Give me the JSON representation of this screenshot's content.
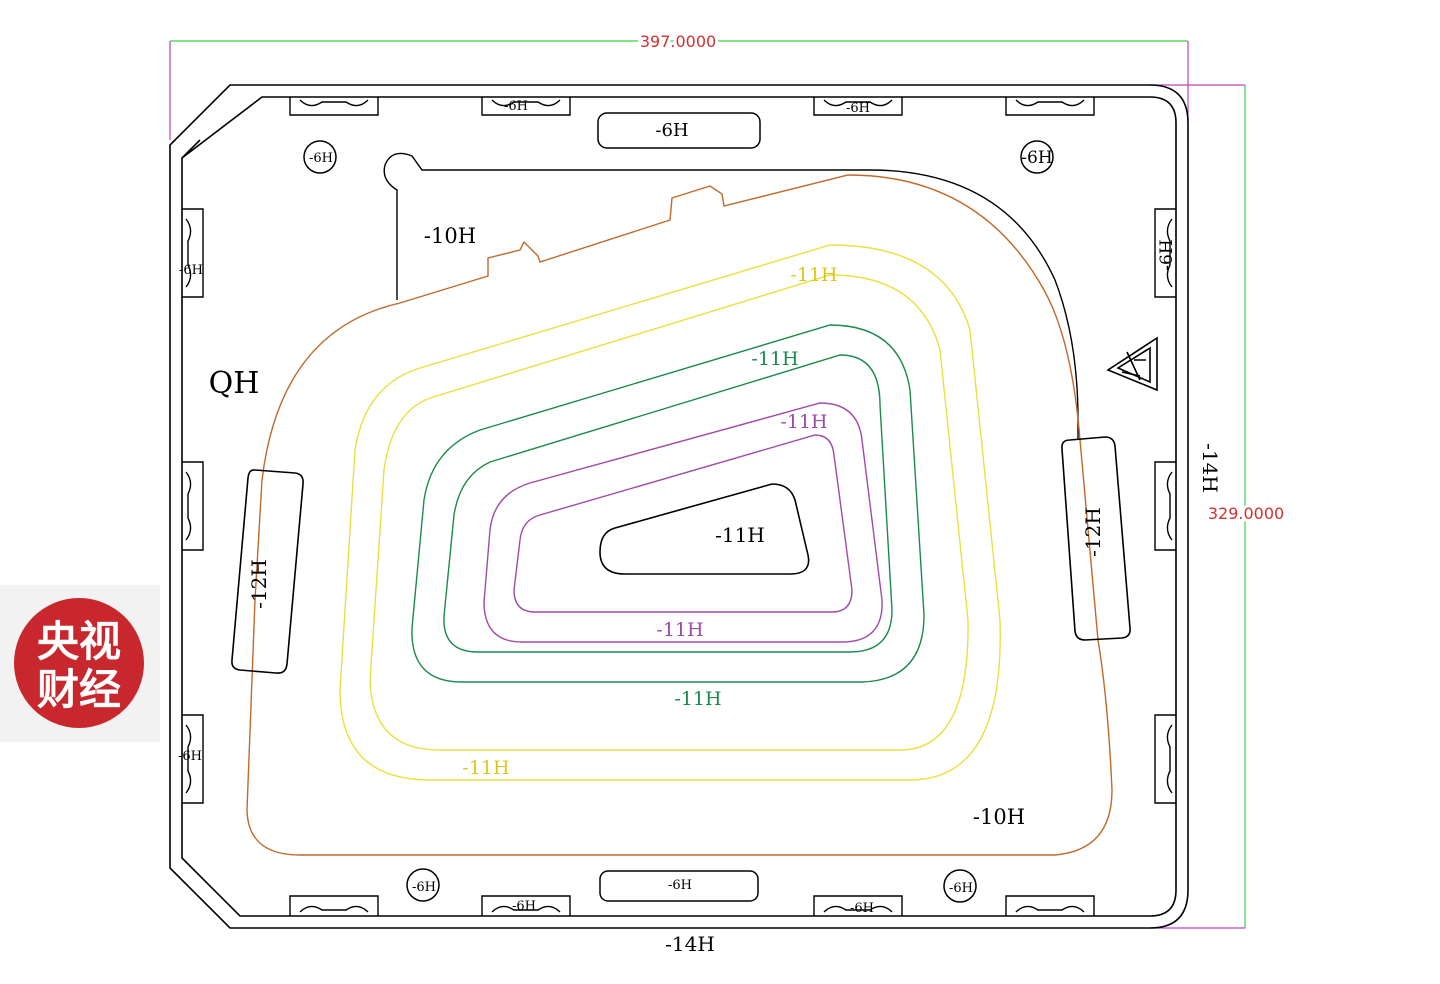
{
  "dimensions": {
    "width_label": "397.0000",
    "height_label": "329.0000",
    "color": "#d32f2f"
  },
  "labels": {
    "tab_top_1": "-6H",
    "tab_top_2": "-6H",
    "slot_top": "-6H",
    "hole_tl": "-6H",
    "hole_tr": "-6H",
    "tab_left_1": "-6H",
    "tab_left_2": "-6H",
    "tab_right_1": "-6H",
    "left_pad": "-12H",
    "right_pad": "-12H",
    "side_right": "-14H",
    "bottom": "-14H",
    "tl_region": "-10H",
    "br_region": "-10H",
    "qh": "QH",
    "yellow_top": "-11H",
    "yellow_bottom": "-11H",
    "green_top": "-11H",
    "green_bottom": "-11H",
    "purple_top": "-11H",
    "purple_bottom": "-11H",
    "center": "-11H",
    "hole_bl": "-6H",
    "hole_br": "-6H",
    "slot_bottom": "-6H",
    "tab_bottom_1": "-6H",
    "tab_bottom_2": "-6H"
  },
  "contour_colors": {
    "outline": "#000000",
    "orange": "#c0692a",
    "yellow": "#e8e040",
    "green": "#1b8a4a",
    "purple": "#a04aa8",
    "magenta": "#c040c0",
    "dim_green": "#3bd43b"
  },
  "logo": {
    "line1": "央视",
    "line2": "财经",
    "color": "#c8282d"
  },
  "icons": {
    "recycle": "recycle-triangle-icon"
  }
}
